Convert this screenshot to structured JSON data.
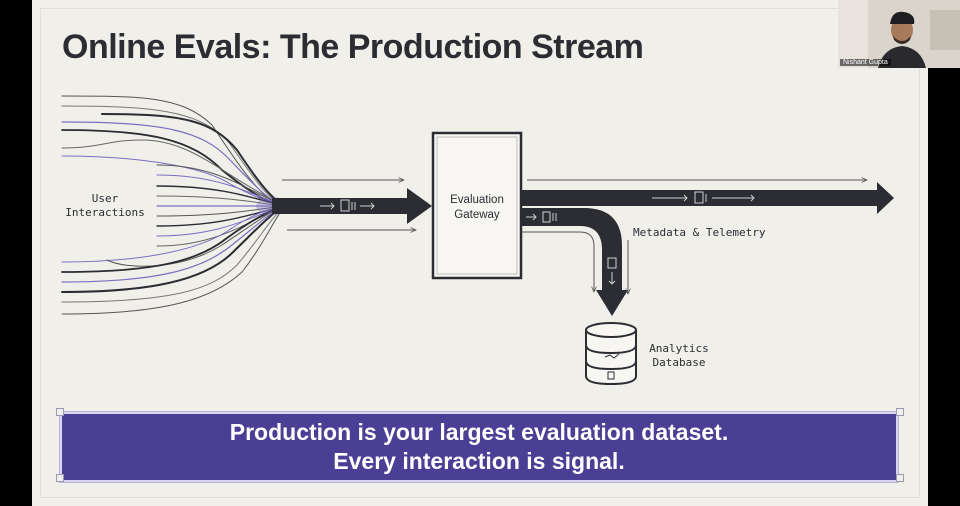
{
  "slide": {
    "title": "Online Evals: The Production Stream",
    "diagram": {
      "source_label": [
        "User",
        "Interactions"
      ],
      "gateway_label": [
        "Evaluation",
        "Gateway"
      ],
      "branch_label": "Metadata & Telemetry",
      "database_label": [
        "Analytics",
        "Database"
      ],
      "icons": [
        "document-icon",
        "database-icon",
        "chart-icon"
      ]
    },
    "banner": {
      "line1": "Production is your largest evaluation dataset.",
      "line2": "Every interaction is signal."
    }
  },
  "webcam": {
    "participant_name": "Nishant Gupta"
  },
  "colors": {
    "background": "#000000",
    "slide": "#f1efea",
    "ink": "#2b2d33",
    "accent_purple": "#4b3f95",
    "line_purple": "#7a6fc0"
  }
}
